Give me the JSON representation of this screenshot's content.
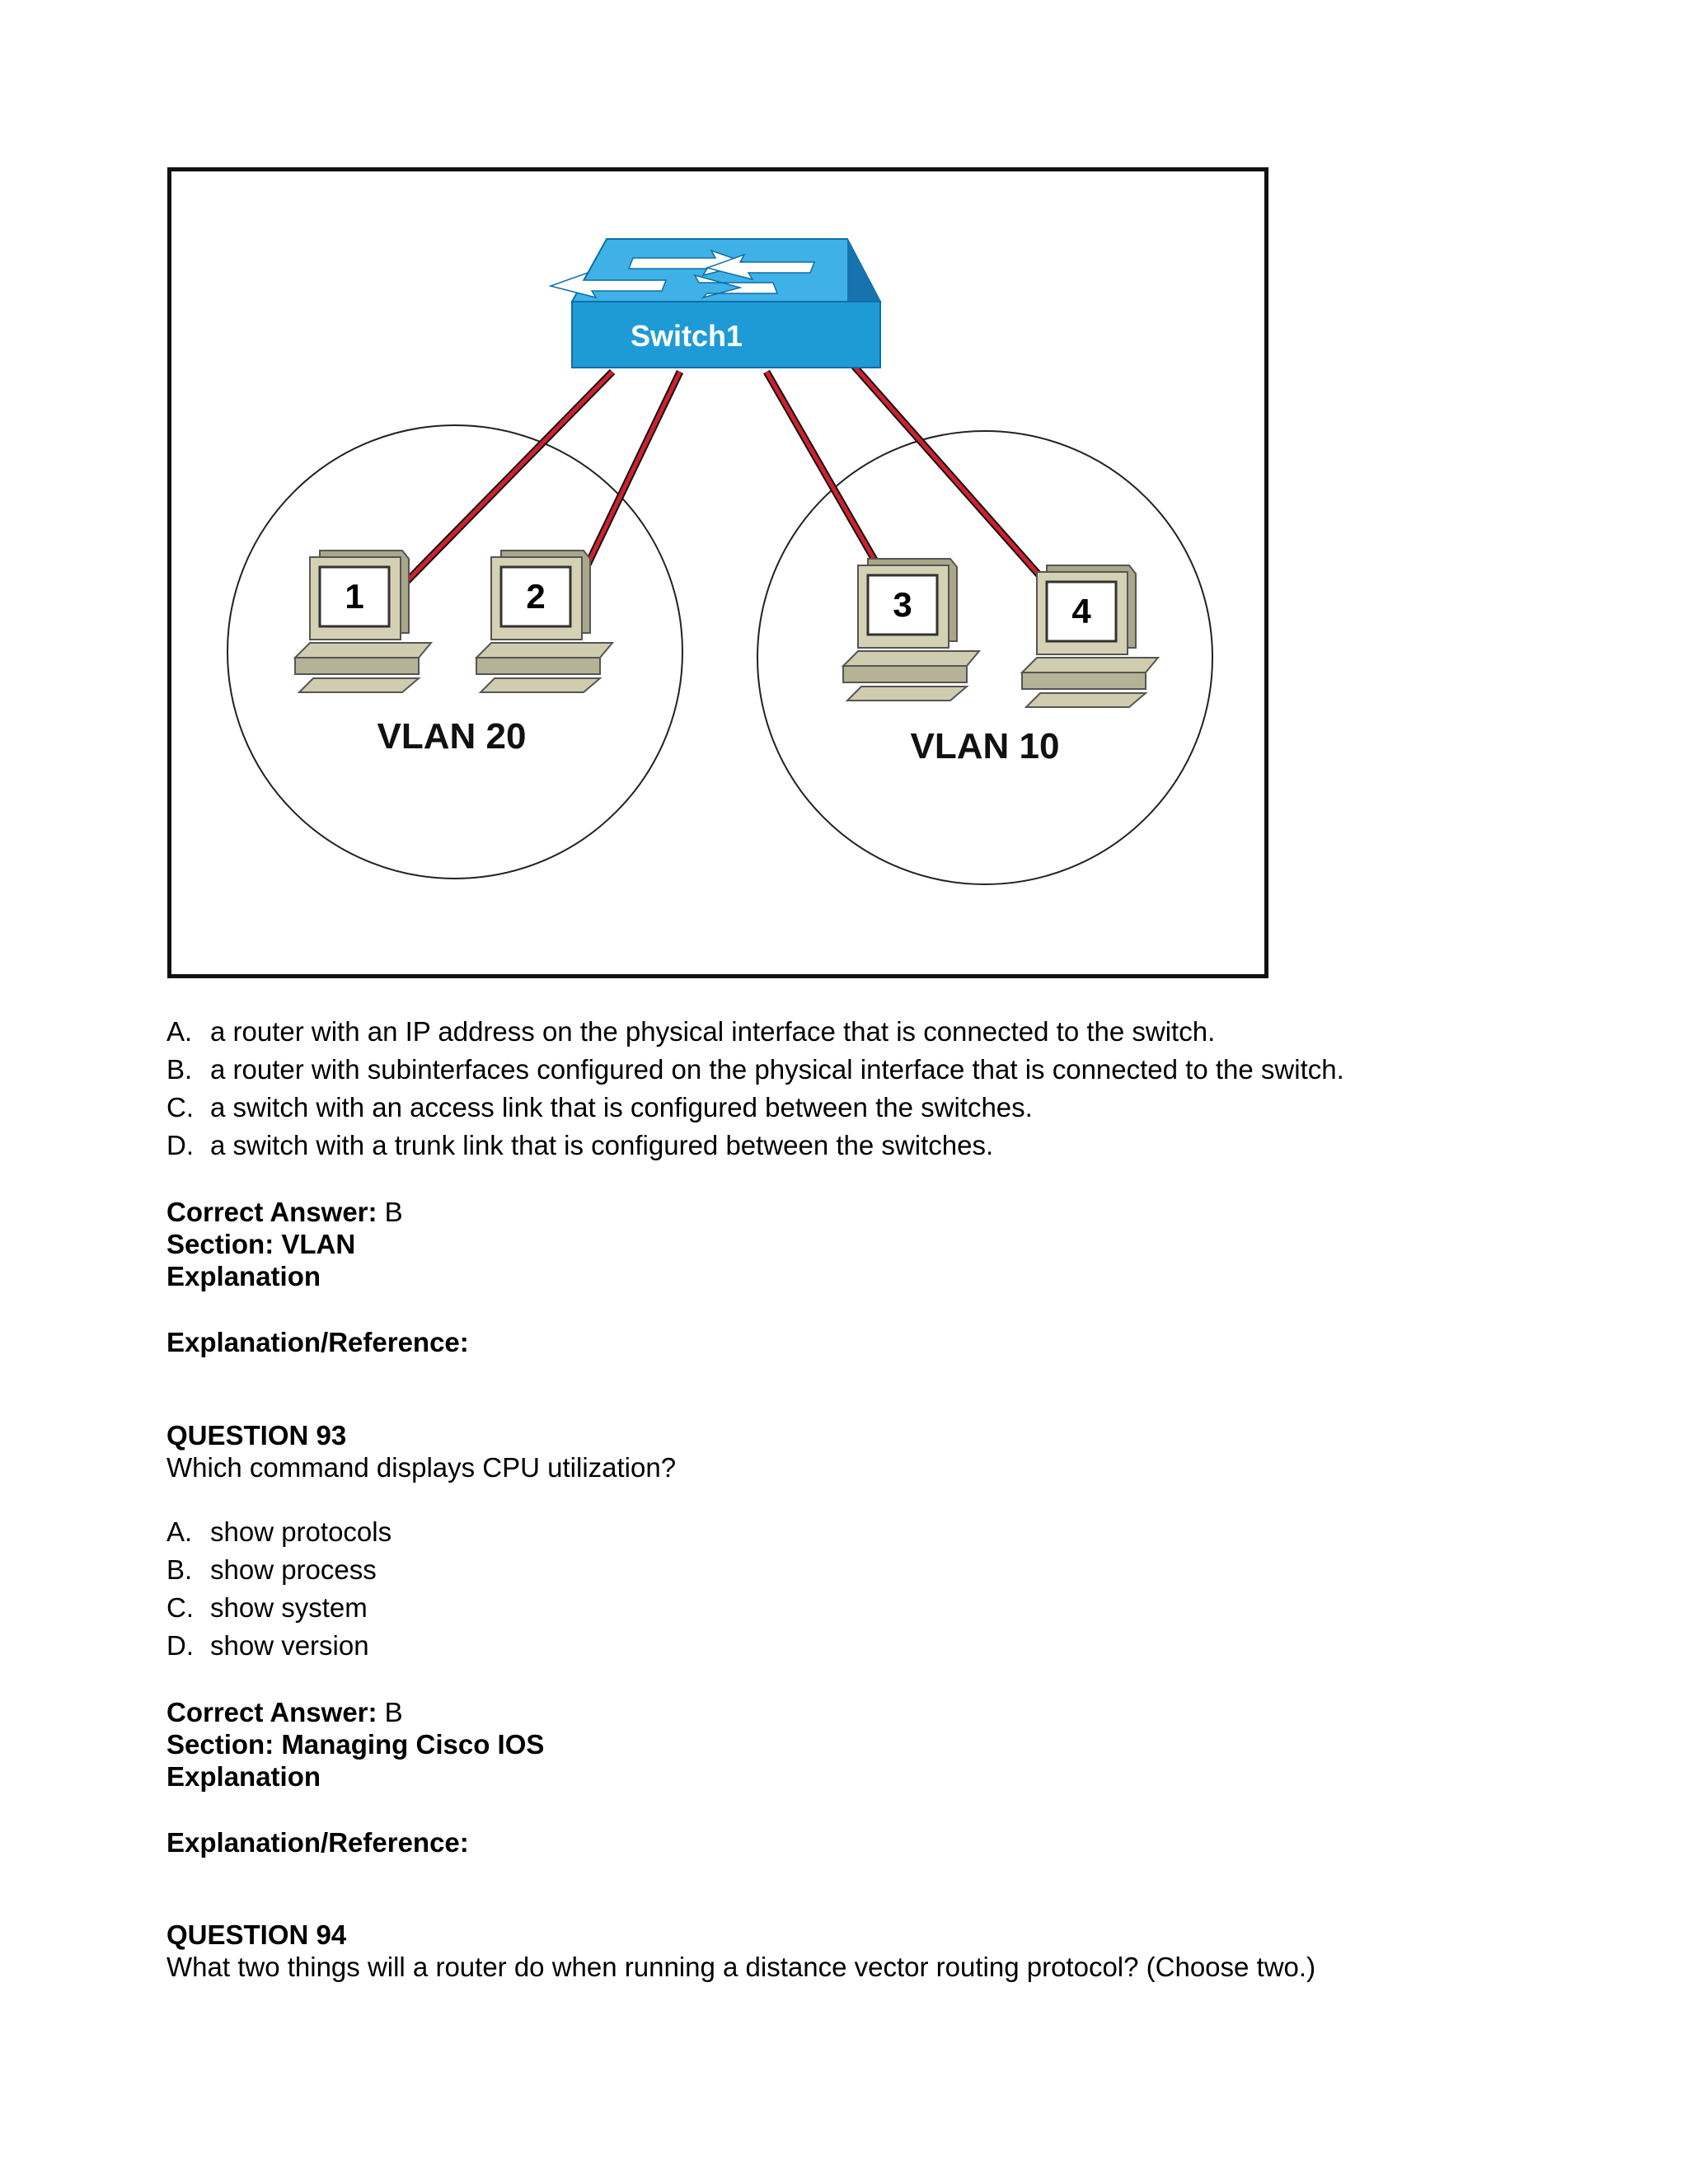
{
  "diagram": {
    "switch_label": "Switch1",
    "vlan_left": "VLAN 20",
    "vlan_right": "VLAN 10",
    "hosts": [
      "1",
      "2",
      "3",
      "4"
    ],
    "colors": {
      "switch": "#1E9BD7",
      "link": "#D0202E",
      "host": "#C9C6A8"
    }
  },
  "q92": {
    "options": [
      {
        "letter": "A.",
        "text": "a router with an IP address on the physical interface that is connected to the switch."
      },
      {
        "letter": "B.",
        "text": "a router with subinterfaces configured on the physical interface that is connected to the switch."
      },
      {
        "letter": "C.",
        "text": "a switch with an access link that is configured between the switches."
      },
      {
        "letter": "D.",
        "text": "a switch with a trunk link that is configured between the switches."
      }
    ],
    "correct_label": "Correct Answer:",
    "correct_value": " B",
    "section": "Section: VLAN",
    "explanation": "Explanation",
    "reference": "Explanation/Reference:"
  },
  "q93": {
    "title": "QUESTION 93",
    "question": "Which command displays CPU utilization?",
    "options": [
      {
        "letter": "A.",
        "text": "show protocols"
      },
      {
        "letter": "B.",
        "text": "show process"
      },
      {
        "letter": "C.",
        "text": "show system"
      },
      {
        "letter": "D.",
        "text": "show version"
      }
    ],
    "correct_label": "Correct Answer:",
    "correct_value": " B",
    "section": "Section: Managing Cisco IOS",
    "explanation": "Explanation",
    "reference": "Explanation/Reference:"
  },
  "q94": {
    "title": "QUESTION 94",
    "question": "What two things will a router do when running a distance vector routing protocol? (Choose two.)"
  }
}
